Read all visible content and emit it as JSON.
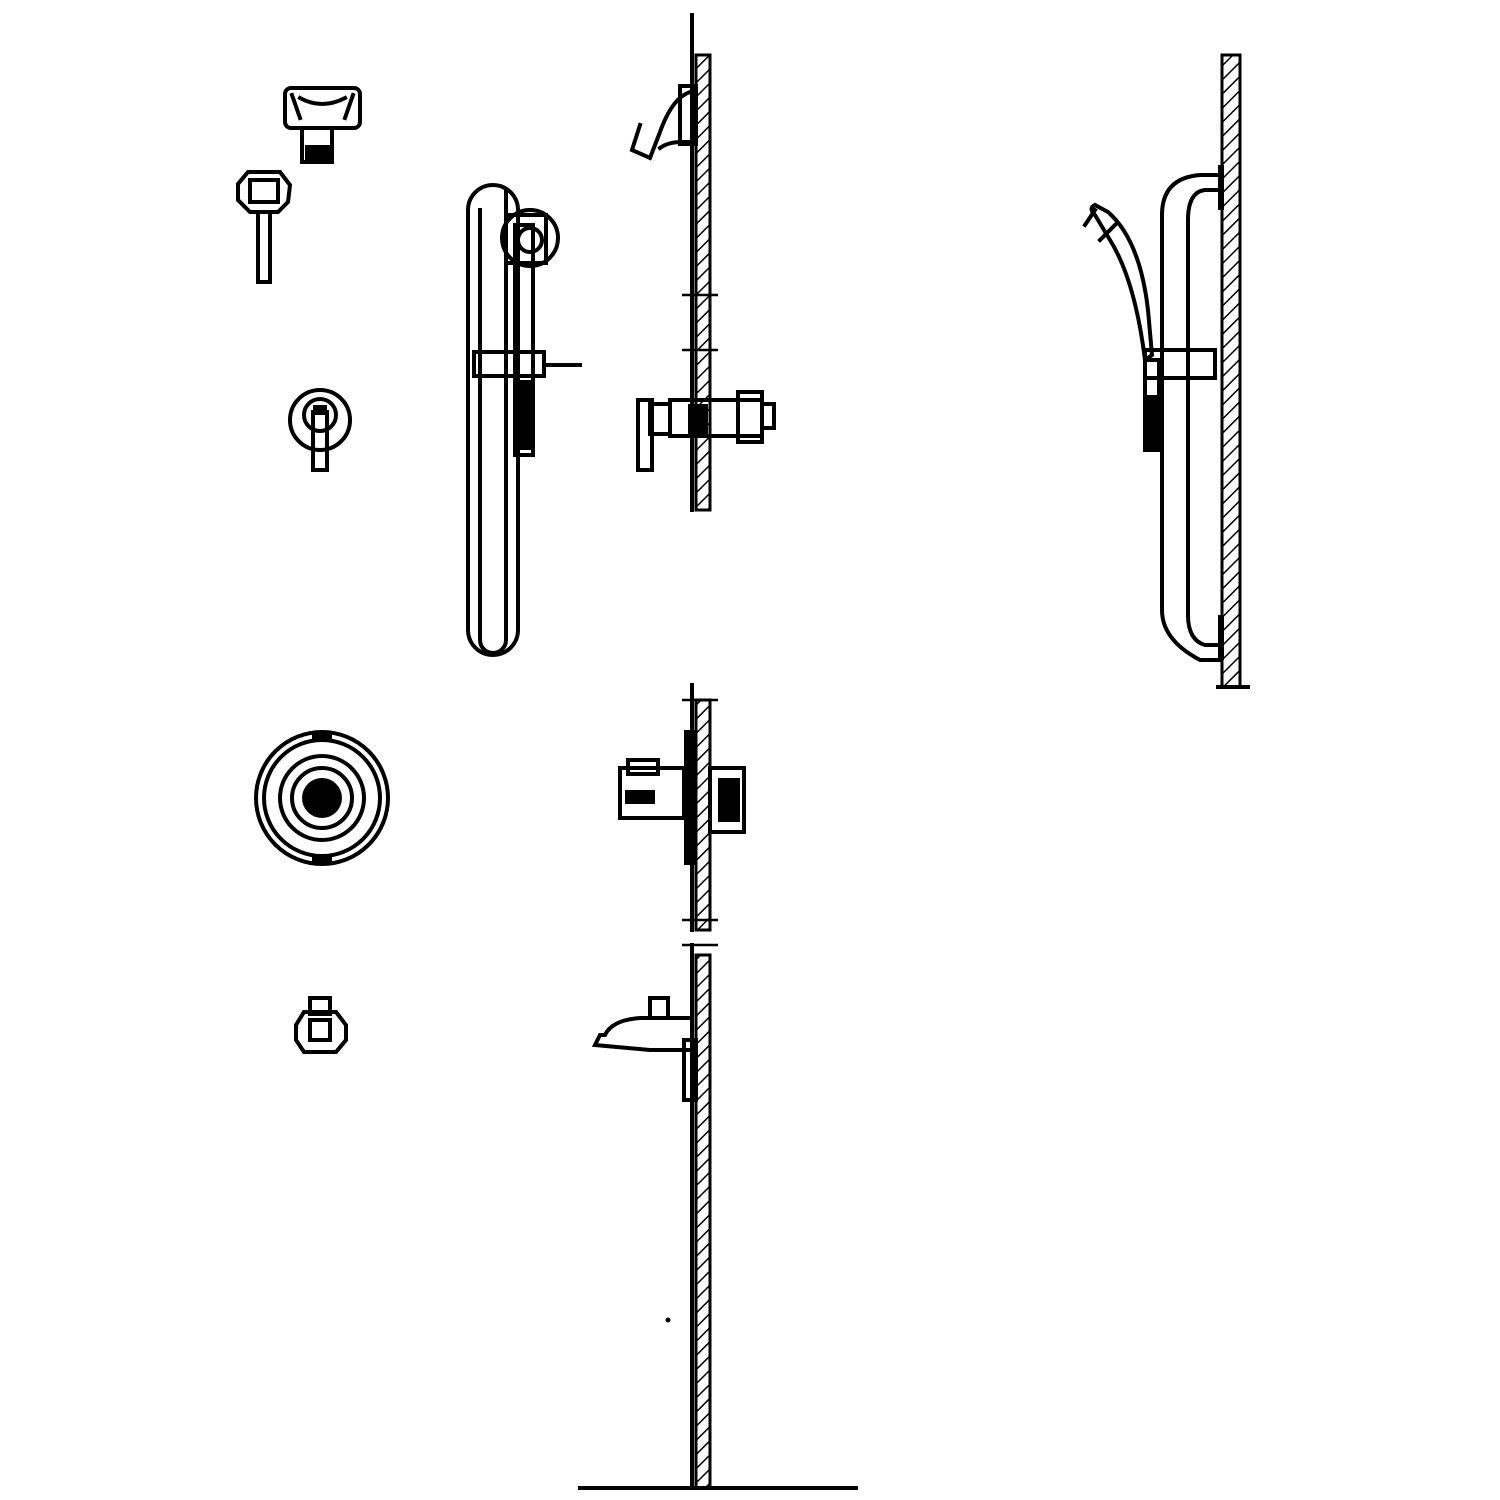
{
  "drawing": {
    "line_color": "#000000",
    "background": "#ffffff",
    "components": [
      {
        "id": "shower-head-top-view",
        "icon": "shower-head-plan-icon"
      },
      {
        "id": "volume-control-top",
        "icon": "control-knob-icon"
      },
      {
        "id": "lever-handle",
        "icon": "lever-handle-icon"
      },
      {
        "id": "slide-bar-front-view",
        "icon": "slide-bar-icon"
      },
      {
        "id": "shower-side-elevation",
        "icon": "shower-elevation-icon"
      },
      {
        "id": "slide-bar-side-elevation",
        "icon": "slide-bar-elevation-icon"
      },
      {
        "id": "trim-plate-front",
        "icon": "round-trim-icon"
      },
      {
        "id": "valve-side-elevation",
        "icon": "valve-elevation-icon"
      },
      {
        "id": "tub-spout-front",
        "icon": "tub-spout-icon"
      },
      {
        "id": "tub-spout-side",
        "icon": "tub-spout-elevation-icon"
      },
      {
        "id": "floor-line",
        "icon": "floor-line-icon"
      }
    ]
  }
}
